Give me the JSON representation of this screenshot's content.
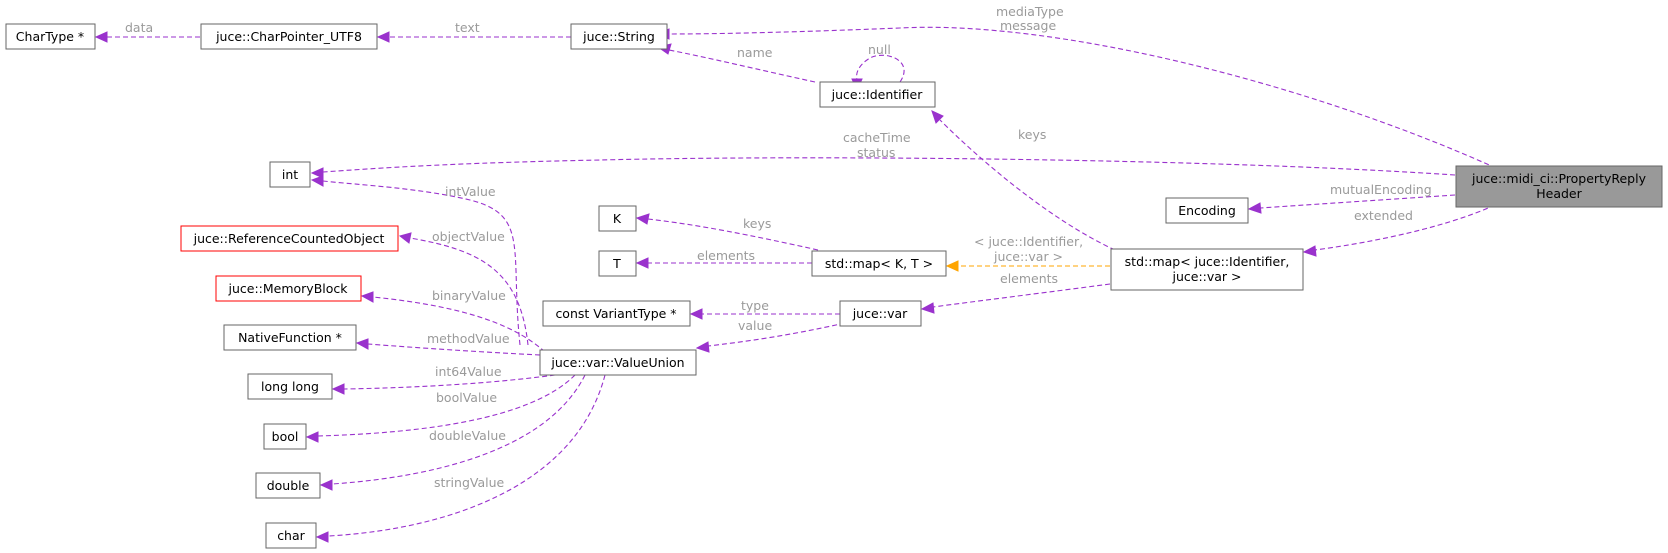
{
  "nodes": {
    "chartype": "CharType *",
    "charpointer": "juce::CharPointer_UTF8",
    "string": "juce::String",
    "identifier": "juce::Identifier",
    "int": "int",
    "header_line1": "juce::midi_ci::PropertyReply",
    "header_line2": "Header",
    "encoding": "Encoding",
    "refcounted": "juce::ReferenceCountedObject",
    "memoryblock": "juce::MemoryBlock",
    "nativefunction": "NativeFunction *",
    "longlong": "long long",
    "bool": "bool",
    "double": "double",
    "char": "char",
    "k": "K",
    "t": "T",
    "mapkt": "std::map< K, T >",
    "mapid_line1": "std::map< juce::Identifier,",
    "mapid_line2": "juce::var >",
    "varianttype": "const VariantType *",
    "var": "juce::var",
    "valueunion": "juce::var::ValueUnion"
  },
  "edges": {
    "data": "data",
    "text": "text",
    "name": "name",
    "null": "null",
    "mediatype": "mediaType",
    "message": "message",
    "keys_map": "keys",
    "cachetime": "cacheTime",
    "status": "status",
    "intvalue": "intValue",
    "mutualencoding": "mutualEncoding",
    "extended": "extended",
    "objectvalue": "objectValue",
    "keys_k": "keys",
    "elements_t": "elements",
    "template_line1": "< juce::Identifier,",
    "template_line2": "juce::var >",
    "elements_var": "elements",
    "binaryvalue": "binaryValue",
    "type": "type",
    "value": "value",
    "methodvalue": "methodValue",
    "int64value": "int64Value",
    "boolvalue": "boolValue",
    "doublevalue": "doubleValue",
    "stringvalue": "stringValue"
  },
  "colors": {
    "member_edge": "#9a32cd",
    "template_edge": "#ffa500",
    "focus_fill": "#999999",
    "incomplete_border": "#ff0000",
    "label_text": "#9a9a9a"
  }
}
